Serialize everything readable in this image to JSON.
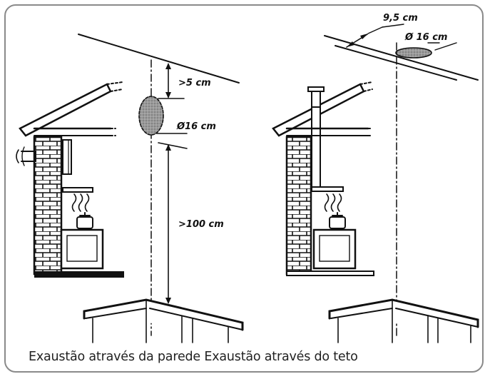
{
  "labels": {
    "wall_top_clearance": ">5 cm",
    "wall_duct_diameter": "Ø16 cm",
    "wall_bottom_clearance": ">100 cm",
    "roof_offset": "9,5 cm",
    "roof_duct_diameter": "Ø 16 cm"
  },
  "caption": {
    "wall": "Exaustão através da parede",
    "roof": "Exaustão através do teto"
  },
  "colors": {
    "ink": "#111111",
    "duct_fill": "#8c8c8c",
    "frame": "#8a8a8a"
  }
}
